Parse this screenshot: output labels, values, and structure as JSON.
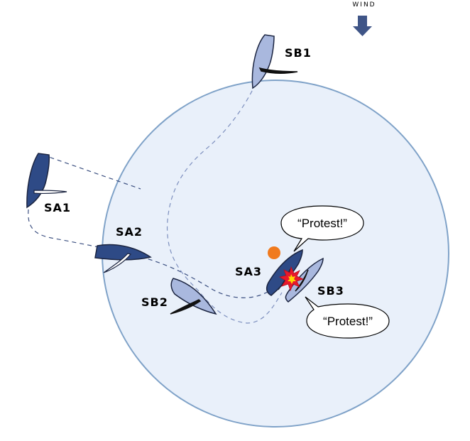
{
  "wind": {
    "label": "WIND"
  },
  "boats": {
    "sa1": {
      "label": "SA1"
    },
    "sa2": {
      "label": "SA2"
    },
    "sa3": {
      "label": "SA3"
    },
    "sb1": {
      "label": "SB1"
    },
    "sb2": {
      "label": "SB2"
    },
    "sb3": {
      "label": "SB3"
    }
  },
  "bubbles": {
    "top": {
      "text": "“Protest!”"
    },
    "bottom": {
      "text": "“Protest!”"
    }
  },
  "colors": {
    "team_a": "#2e4a86",
    "team_b": "#a9b8de",
    "zone_fill": "#e9f0fa",
    "zone_stroke": "#7fa2c8",
    "mark": "#f07a1e",
    "collision": "#e8192c"
  }
}
